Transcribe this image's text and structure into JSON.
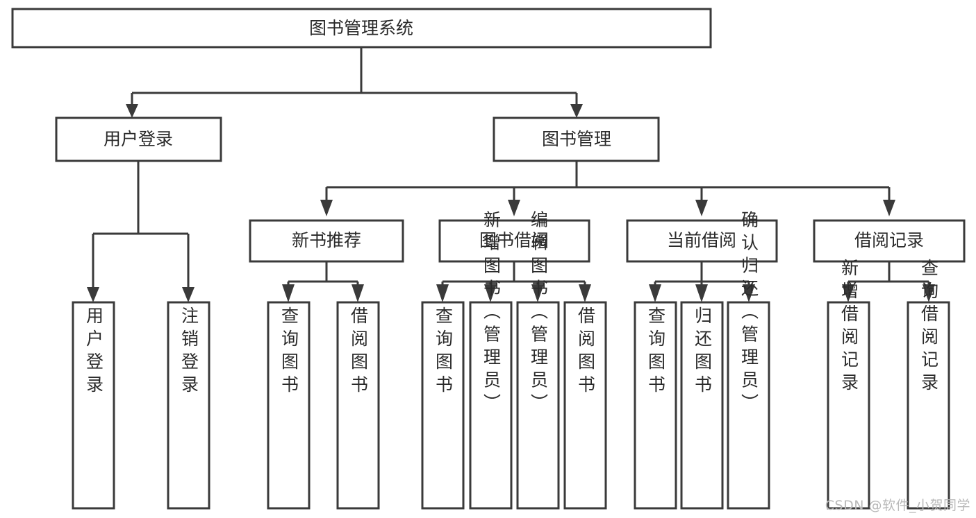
{
  "diagram": {
    "type": "tree",
    "title": "图书管理系统",
    "root": {
      "label": "图书管理系统"
    },
    "level2": [
      {
        "label": "用户登录"
      },
      {
        "label": "图书管理"
      }
    ],
    "level3": [
      {
        "label": "新书推荐"
      },
      {
        "label": "图书借阅"
      },
      {
        "label": "当前借阅"
      },
      {
        "label": "借阅记录"
      }
    ],
    "leaves": {
      "user_login": [
        {
          "label": "用户登录"
        },
        {
          "label": "注销登录"
        }
      ],
      "new_book_recommend": [
        {
          "label": "查询图书"
        },
        {
          "label": "借阅图书"
        }
      ],
      "book_borrow": [
        {
          "label": "查询图书"
        },
        {
          "label": "新增图书（管理员）"
        },
        {
          "label": "编辑图书（管理员）"
        },
        {
          "label": "借阅图书"
        }
      ],
      "current_borrow": [
        {
          "label": "查询图书"
        },
        {
          "label": "归还图书"
        },
        {
          "label": "确认归还（管理员）"
        }
      ],
      "borrow_record": [
        {
          "label": "新增借阅记录"
        },
        {
          "label": "查询借阅记录"
        }
      ]
    }
  },
  "watermark": {
    "text": "CSDN @软件_小贺同学"
  },
  "colors": {
    "stroke": "#3a3a3a",
    "box_fill": "#ffffff",
    "text": "#2a2a2a",
    "watermark": "#b9b9b9",
    "background": "#ffffff"
  }
}
